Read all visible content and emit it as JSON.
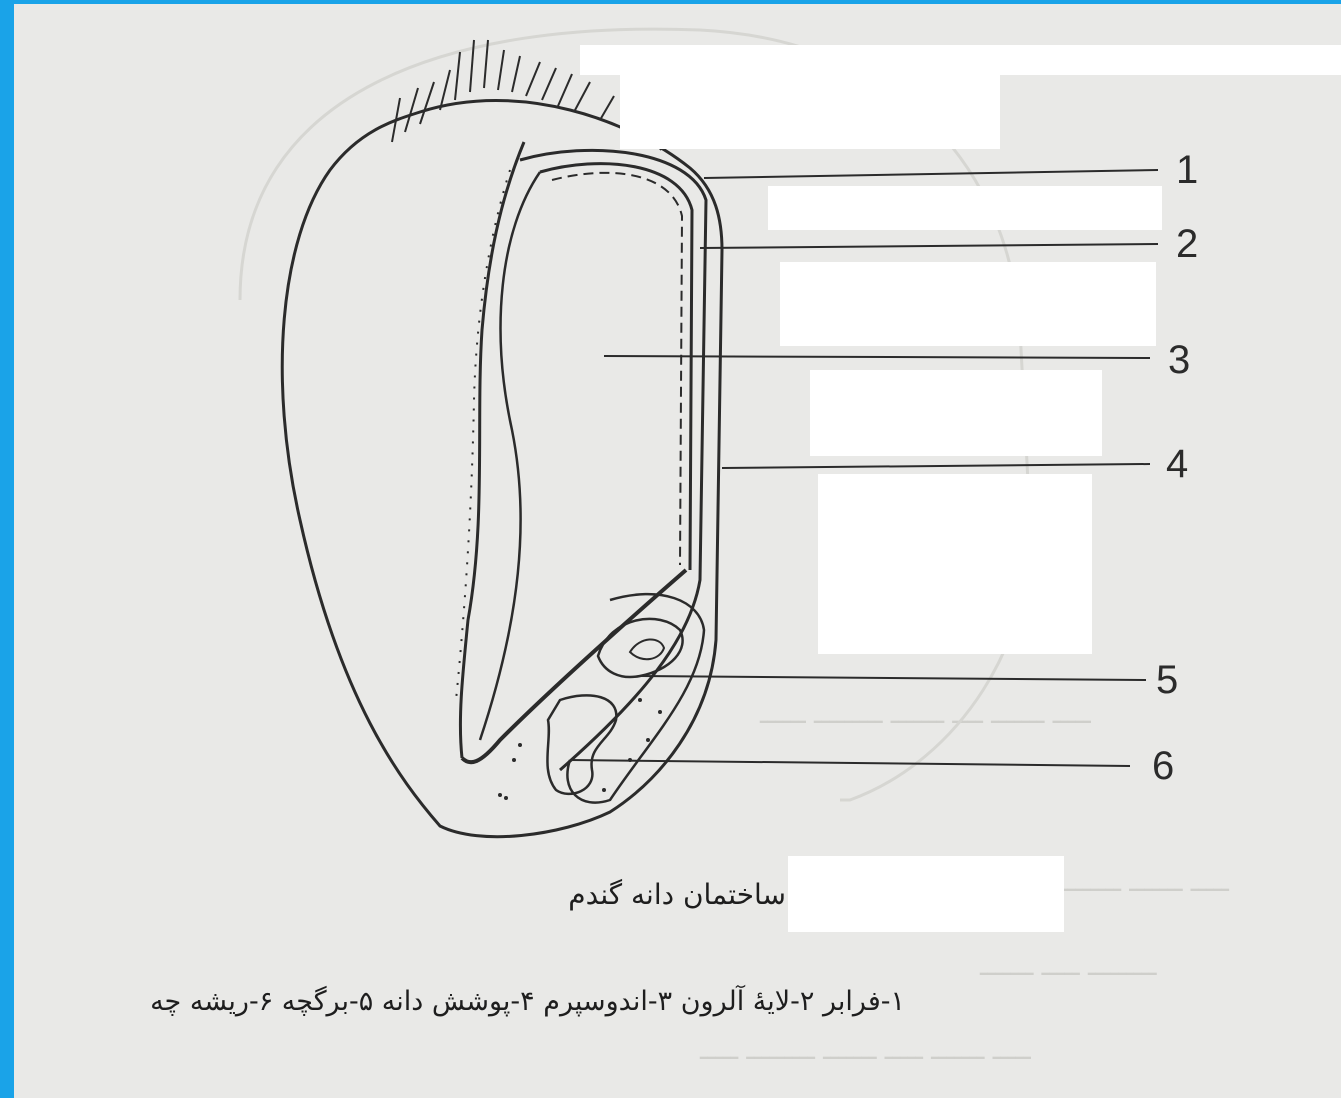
{
  "diagram": {
    "labels": [
      "1",
      "2",
      "3",
      "4",
      "5",
      "6"
    ]
  },
  "caption": {
    "title": "ساختمان دانه گندم",
    "legend": "۱-فرابر ۲-لایهٔ آلرون ۳-اندوسپرم ۴-پوشش دانه ۵-برگچه ۶-ریشه چه"
  },
  "colors": {
    "frame": "#1aa3e8",
    "paper": "#e9e9e7",
    "ink": "#2b2b2b"
  }
}
